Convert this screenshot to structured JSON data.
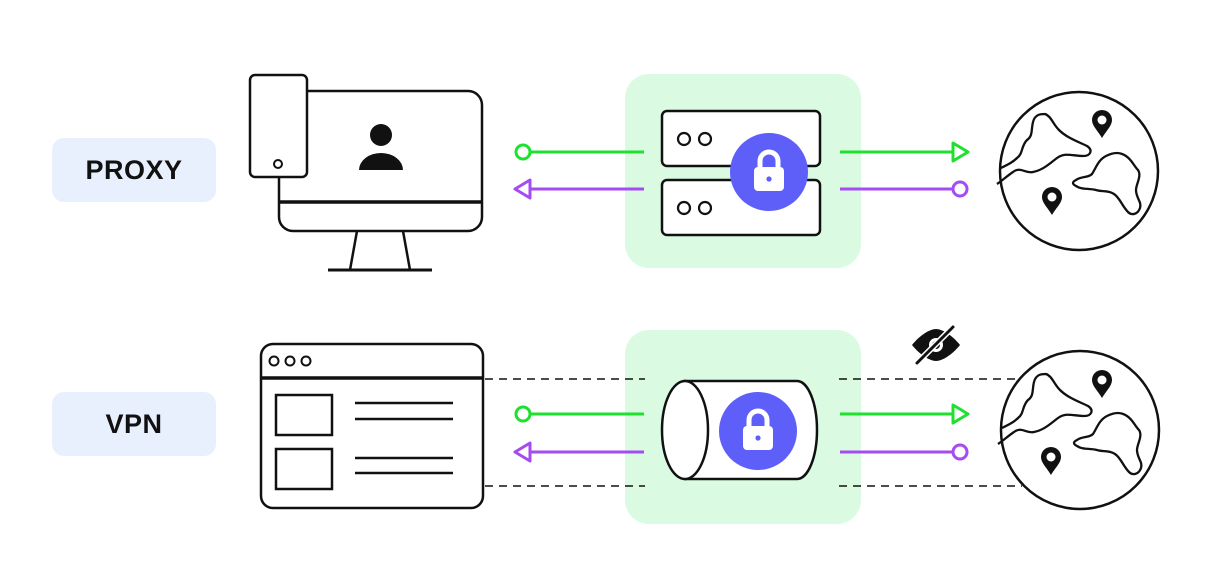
{
  "rows": [
    {
      "id": "proxy",
      "label": "PROXY",
      "client_icon": "desktop-with-phone-user-icon",
      "middle_icon": "server-stack-lock-icon",
      "destination_icon": "globe-with-pins-icon",
      "hidden_indicator": false
    },
    {
      "id": "vpn",
      "label": "VPN",
      "client_icon": "browser-window-icon",
      "middle_icon": "tunnel-lock-icon",
      "destination_icon": "globe-with-pins-icon",
      "hidden_indicator": true,
      "hidden_indicator_icon": "eye-slash-icon"
    }
  ],
  "colors": {
    "outgoing": "#1ee02f",
    "incoming": "#a54bf2",
    "highlight_box": "#dafbe2",
    "lock_circle": "#5e5ff8",
    "label_bg": "#e9f0fd",
    "stroke": "#111111"
  }
}
